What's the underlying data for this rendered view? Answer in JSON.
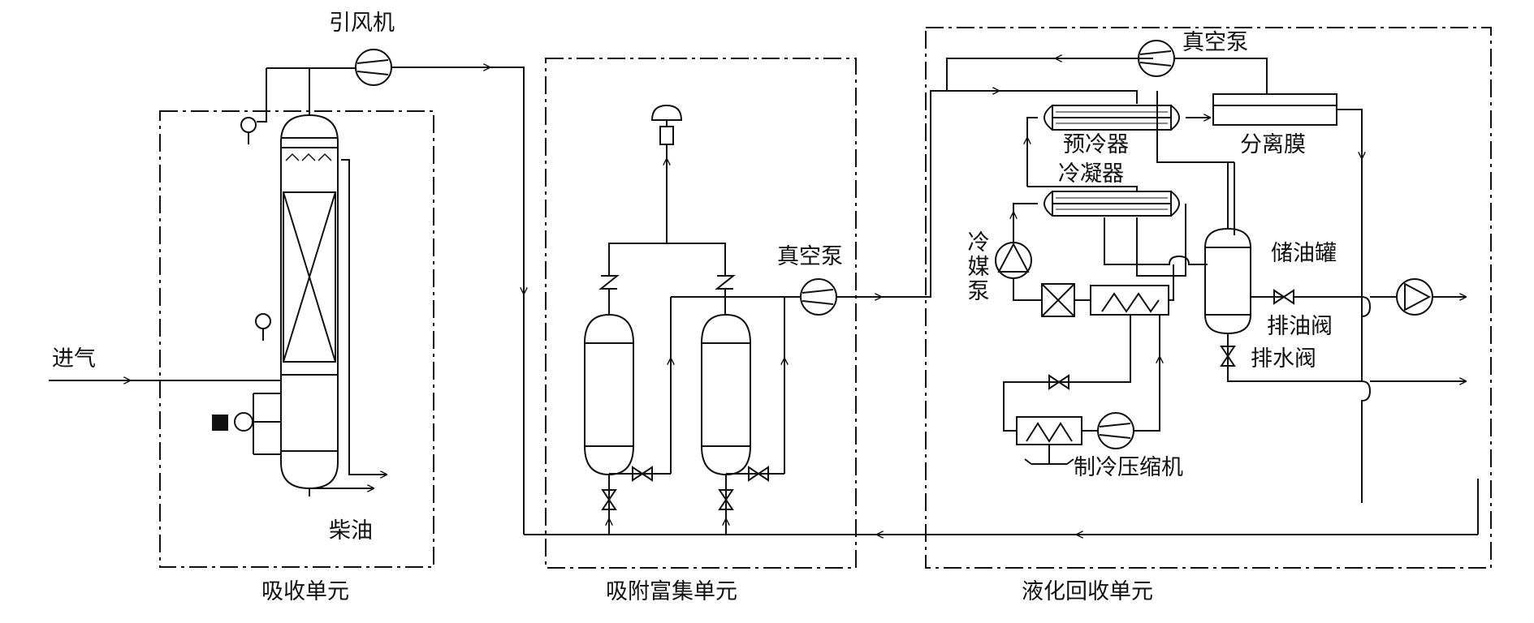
{
  "units": {
    "absorption": "吸收单元",
    "adsorption": "吸附富集单元",
    "liquefaction": "液化回收单元"
  },
  "labels": {
    "induced_fan": "引风机",
    "inlet_gas": "进气",
    "diesel": "柴油",
    "vacuum_pump_adsorption": "真空泵",
    "vacuum_pump_top": "真空泵",
    "precooler": "预冷器",
    "condenser": "冷凝器",
    "separation_membrane": "分离膜",
    "oil_storage_tank": "储油罐",
    "refrigerant_pump": "冷媒泵",
    "oil_drain_valve": "排油阀",
    "water_drain_valve": "排水阀",
    "refrigeration_compressor": "制冷压缩机"
  },
  "colors": {
    "line": "#111111",
    "background": "#ffffff"
  }
}
